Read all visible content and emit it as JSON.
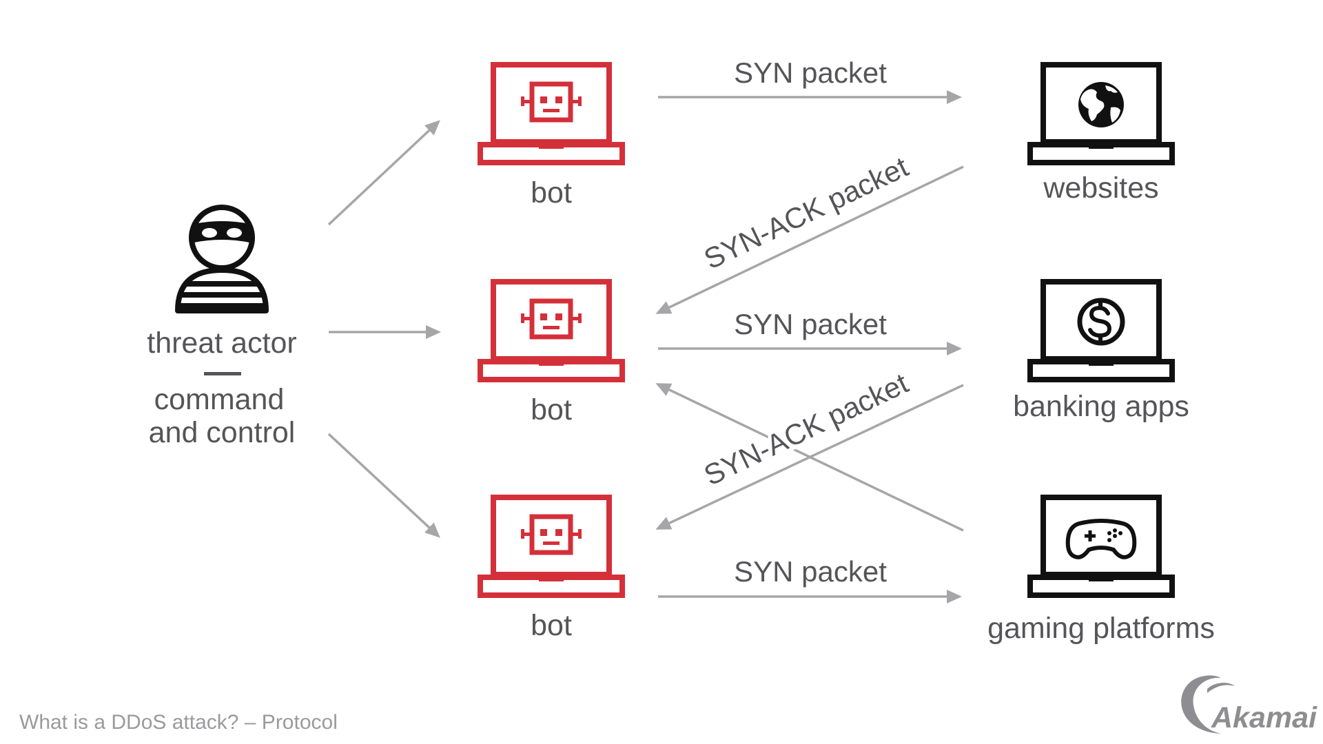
{
  "nodes": {
    "threat_actor": {
      "line1": "threat actor",
      "line2": "command",
      "line3": "and control"
    },
    "bots": [
      {
        "label": "bot"
      },
      {
        "label": "bot"
      },
      {
        "label": "bot"
      }
    ],
    "targets": [
      {
        "label": "websites",
        "icon": "globe-icon"
      },
      {
        "label": "banking apps",
        "icon": "dollar-icon"
      },
      {
        "label": "gaming platforms",
        "icon": "gamepad-icon"
      }
    ]
  },
  "packets": {
    "syn": "SYN packet",
    "synack": "SYN-ACK packet"
  },
  "footer": {
    "caption": "What is a DDoS attack? – Protocol",
    "brand": "Akamai"
  },
  "colors": {
    "bot": "#d4303a",
    "target": "#111111",
    "arrow": "#a6a6a8",
    "text": "#555559",
    "caption": "#9a9a9e",
    "brand": "#8e8e92"
  }
}
